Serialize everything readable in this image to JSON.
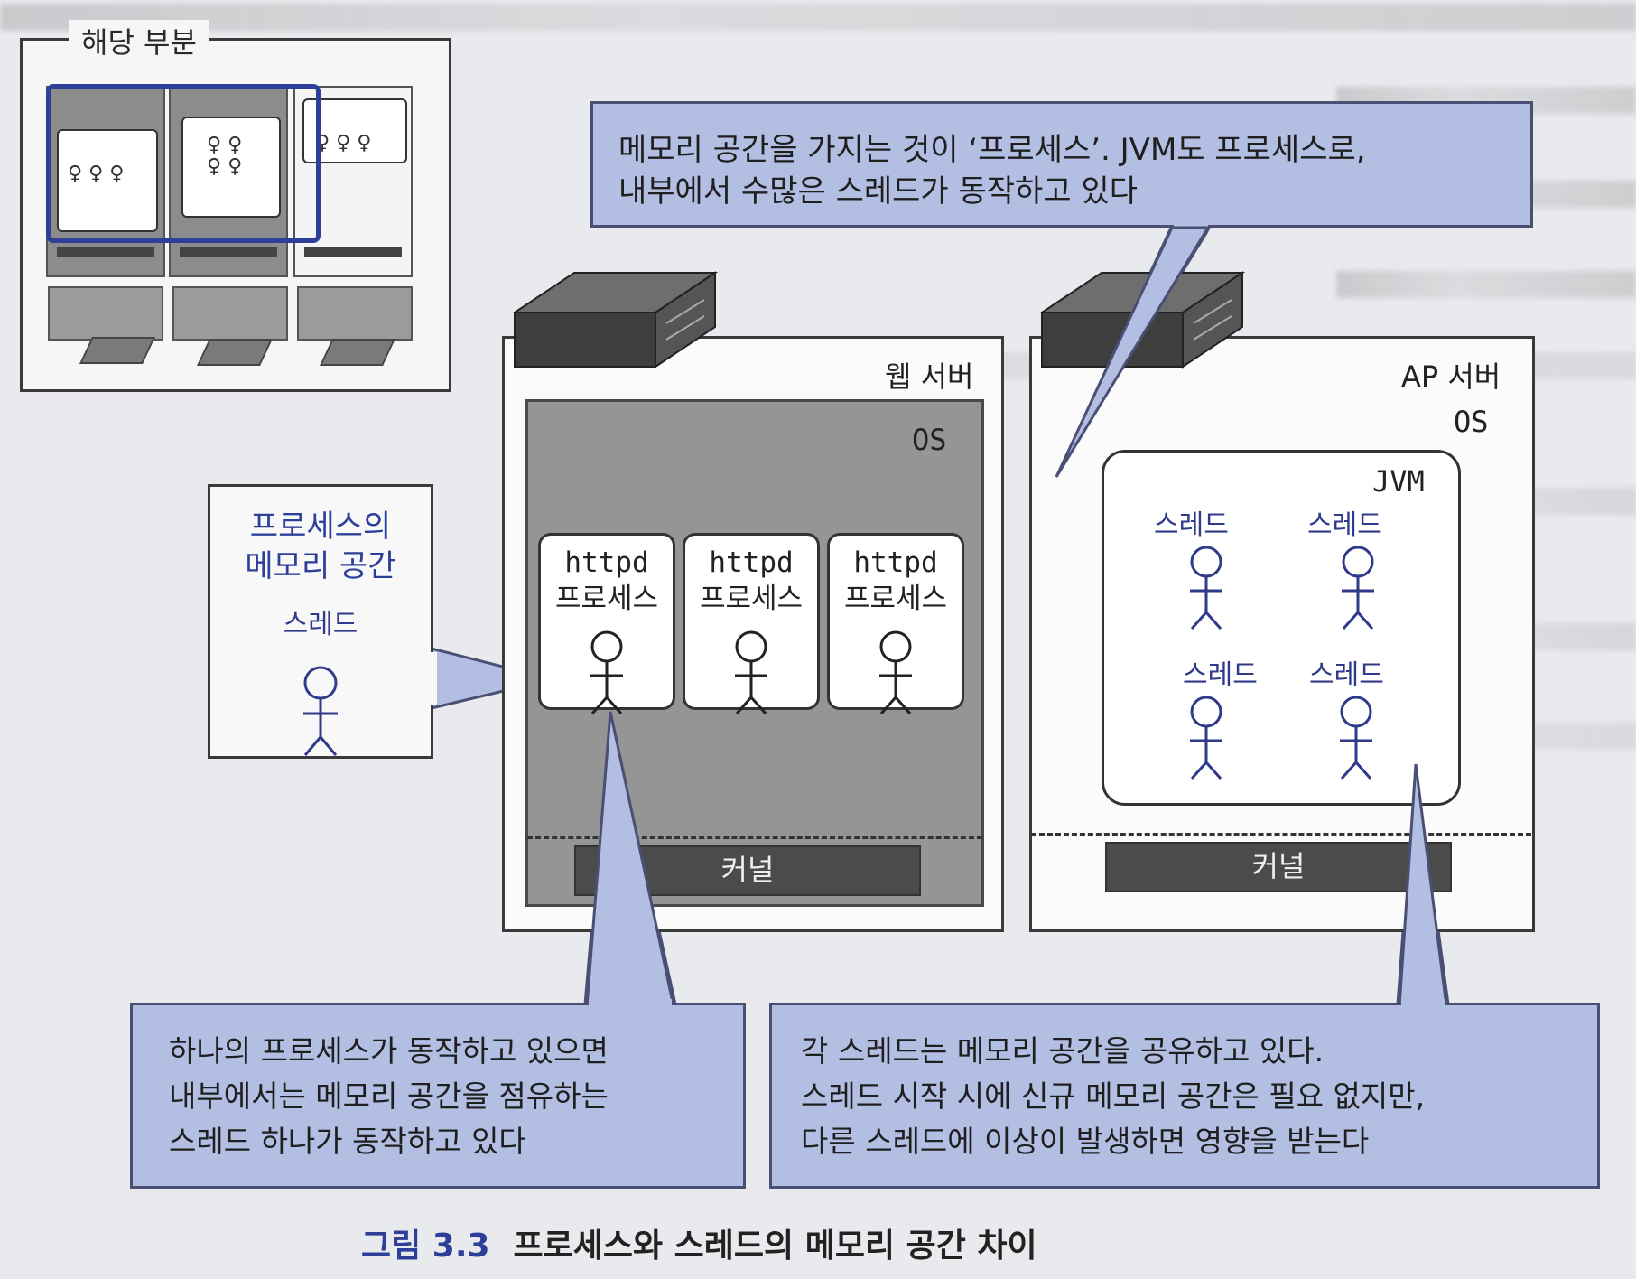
{
  "thumbnail": {
    "label": "해당 부분"
  },
  "top_callout": {
    "lines": [
      "메모리 공간을 가지는 것이 ‘프로세스’. JVM도 프로세스로,",
      "내부에서 수많은 스레드가 동작하고 있다"
    ]
  },
  "left_callout": {
    "title_lines": [
      "프로세스의",
      "메모리 공간"
    ],
    "thread_label": "스레드"
  },
  "web_server": {
    "label": "웹 서버",
    "os_label": "OS",
    "processes": [
      {
        "name": "httpd",
        "kind": "프로세스"
      },
      {
        "name": "httpd",
        "kind": "프로세스"
      },
      {
        "name": "httpd",
        "kind": "프로세스"
      }
    ],
    "kernel_label": "커널"
  },
  "ap_server": {
    "label": "AP 서버",
    "os_label": "OS",
    "jvm_label": "JVM",
    "threads": [
      "스레드",
      "스레드",
      "스레드",
      "스레드"
    ],
    "kernel_label": "커널"
  },
  "bottom_left_callout": {
    "lines": [
      "하나의 프로세스가 동작하고 있으면",
      "내부에서는 메모리 공간을 점유하는",
      "스레드 하나가 동작하고 있다"
    ]
  },
  "bottom_right_callout": {
    "lines": [
      "각 스레드는 메모리 공간을 공유하고 있다.",
      "스레드 시작 시에 신규 메모리 공간은 필요 없지만,",
      "다른 스레드에 이상이 발생하면 영향을 받는다"
    ]
  },
  "caption": {
    "number": "그림 3.3",
    "title": "프로세스와 스레드의 메모리 공간 차이"
  },
  "colors": {
    "callout": "#b3bee3",
    "callout_border": "#4a4f73",
    "accent": "#2e3f9a",
    "os_gray": "#959595"
  }
}
